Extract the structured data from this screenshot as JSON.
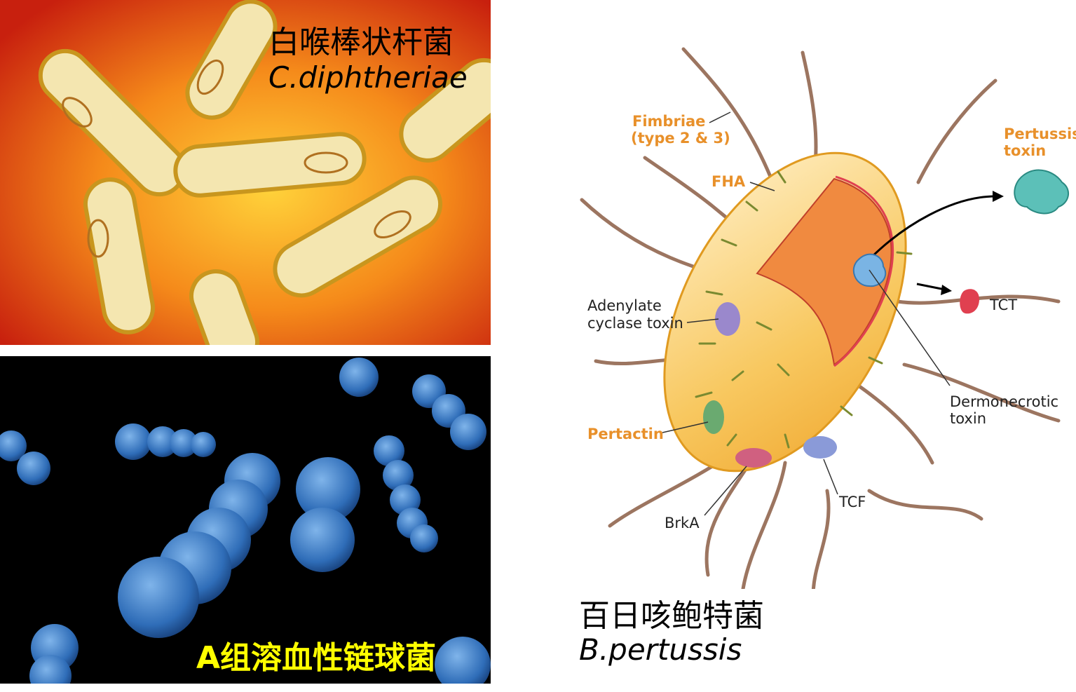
{
  "diphtheriae": {
    "title_cn": "白喉棒状杆菌",
    "title_latin": "C.diphtheriae"
  },
  "streptococcus": {
    "title_cn": "A组溶血性链球菌",
    "caption_color": "#ffff00"
  },
  "pertussis": {
    "title_cn": "百日咳鲍特菌",
    "title_latin": "B.pertussis",
    "labels": {
      "fimbriae_1": "Fimbriae",
      "fimbriae_2": "(type 2 & 3)",
      "fha": "FHA",
      "pertussis_toxin_1": "Pertussis",
      "pertussis_toxin_2": "toxin",
      "tct": "TCT",
      "adenylate_1": "Adenylate",
      "adenylate_2": "cyclase toxin",
      "dermonecrotic_1": "Dermonecrotic",
      "dermonecrotic_2": "toxin",
      "pertactin": "Pertactin",
      "tcf": "TCF",
      "brka": "BrkA"
    },
    "colors": {
      "orange_label": "#e8902a",
      "body": "#f5c04a",
      "flagella": "#9c7560"
    }
  }
}
